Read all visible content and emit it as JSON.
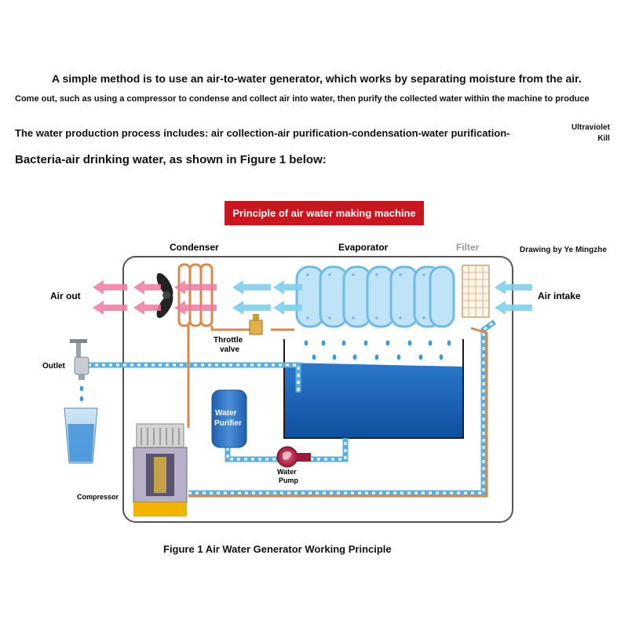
{
  "text": {
    "para1": "A simple method is to use an air-to-water generator, which works by separating moisture from the air.",
    "para2": "Come out, such as using a compressor to condense and collect air into water, then purify the collected water within the machine to produce",
    "para3": "The water production process includes: air collection-air purification-condensation-water purification-",
    "uv_line1": "Ultraviolet",
    "uv_line2": "Kill",
    "para4": "Bacteria-air drinking water, as shown in Figure 1 below:",
    "figure_title": "Principle of air water making machine",
    "credit": "Drawing by Ye Mingzhe",
    "caption": "Figure 1 Air Water Generator Working Principle"
  },
  "labels": {
    "condenser": "Condenser",
    "evaporator": "Evaporator",
    "filter": "Filter",
    "air_out": "Air out",
    "air_intake": "Air intake",
    "throttle_line1": "Throttle",
    "throttle_line2": "valve",
    "outlet": "Outlet",
    "purifier_line1": "Water",
    "purifier_line2": "Purifier",
    "pump_line1": "Water",
    "pump_line2": "Pump",
    "compressor": "Compressor"
  },
  "colors": {
    "title_bg": "#c8171e",
    "pink_arrow": "#f07aa0",
    "blue_arrow": "#7fd0f0",
    "water": "#1a63b5",
    "pipe_blue": "#5aaee0",
    "pipe_orange": "#d98a4a",
    "frame": "#555555"
  }
}
